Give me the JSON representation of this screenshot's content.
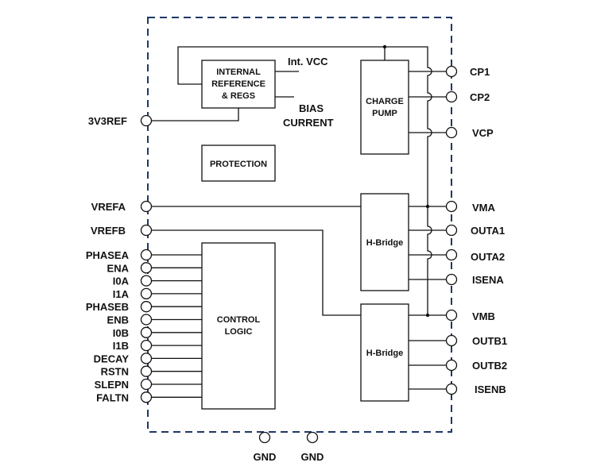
{
  "blocks": {
    "internal_ref": [
      "INTERNAL",
      "REFERENCE",
      "& REGS"
    ],
    "charge_pump": [
      "CHARGE",
      "PUMP"
    ],
    "protection": "PROTECTION",
    "control_logic": [
      "CONTROL",
      "LOGIC"
    ],
    "hbridge_a": "H-Bridge",
    "hbridge_b": "H-Bridge"
  },
  "signals": {
    "int_vcc": "Int. VCC",
    "bias_current": [
      "BIAS",
      "CURRENT"
    ]
  },
  "pins": {
    "left": {
      "v3ref": "3V3REF",
      "vrefa": "VREFA",
      "vrefb": "VREFB",
      "control": [
        "PHASEA",
        "ENA",
        "I0A",
        "I1A",
        "PHASEB",
        "ENB",
        "I0B",
        "I1B",
        "DECAY",
        "RSTN",
        "SLEPN",
        "FALTN"
      ]
    },
    "right": {
      "cp1": "CP1",
      "cp2": "CP2",
      "vcp": "VCP",
      "vma": "VMA",
      "outa1": "OUTA1",
      "outa2": "OUTA2",
      "isena": "ISENA",
      "vmb": "VMB",
      "outb1": "OUTB1",
      "outb2": "OUTB2",
      "isenb": "ISENB"
    },
    "bottom": [
      "GND",
      "GND"
    ]
  }
}
